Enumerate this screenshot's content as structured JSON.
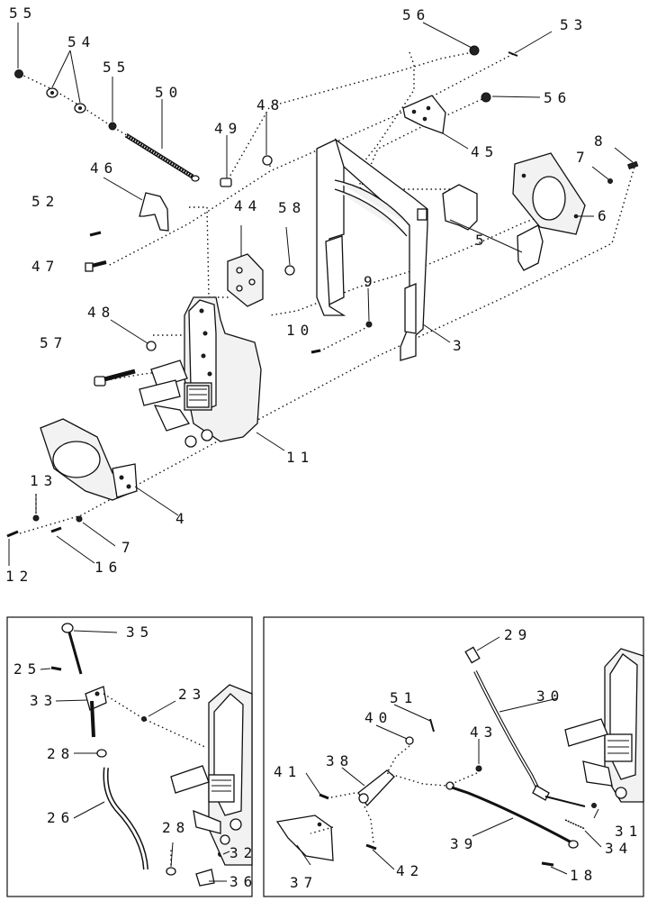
{
  "figure": {
    "main_callouts": [
      "55",
      "54",
      "55",
      "50",
      "56",
      "53",
      "56",
      "49",
      "48",
      "46",
      "45",
      "8",
      "7",
      "52",
      "44",
      "58",
      "6",
      "5",
      "47",
      "9",
      "48",
      "10",
      "3",
      "57",
      "11",
      "13",
      "4",
      "7",
      "12",
      "16"
    ],
    "inset_left_callouts": [
      "35",
      "25",
      "33",
      "23",
      "28",
      "26",
      "28",
      "32",
      "36"
    ],
    "inset_right_callouts": [
      "29",
      "30",
      "51",
      "40",
      "43",
      "38",
      "41",
      "31",
      "39",
      "34",
      "37",
      "42",
      "18"
    ]
  }
}
